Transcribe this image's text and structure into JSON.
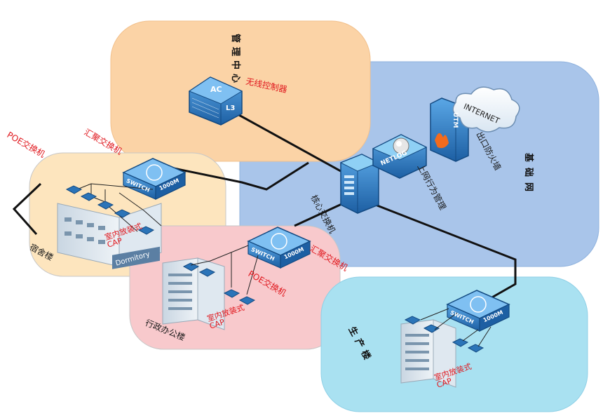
{
  "zones": {
    "mgmt_center": "管理中心",
    "base_network": "基础网",
    "dormitory": "宿舍楼",
    "admin_building": "行政办公楼",
    "production": "生产楼"
  },
  "devices": {
    "ac_controller": "无线控制器",
    "ac_badge": "AC",
    "l3_tag": "L3",
    "core_switch": "核心交换机",
    "netlog": "NETLOG",
    "netlog_caption": "上网行为管理",
    "internet": "INTERNET",
    "utm": "UTM",
    "firewall_caption": "出口防火墙",
    "switch_word": "SWITCH",
    "switch_speed": "1000M",
    "aggregation_switch": "汇聚交换机",
    "poe_switch": "POE交换机",
    "indoor_ap": "室内放装式CAP",
    "dormitory_sign": "Dormitory"
  },
  "colors": {
    "mgmt_zone": "#fbd3a6",
    "base_zone": "#a9c5ea",
    "dorm_zone": "#fde5be",
    "admin_zone": "#f8c9cc",
    "prod_zone": "#a9e1f1",
    "device_blue": "#2b74b8",
    "label_red": "#e0181e"
  }
}
